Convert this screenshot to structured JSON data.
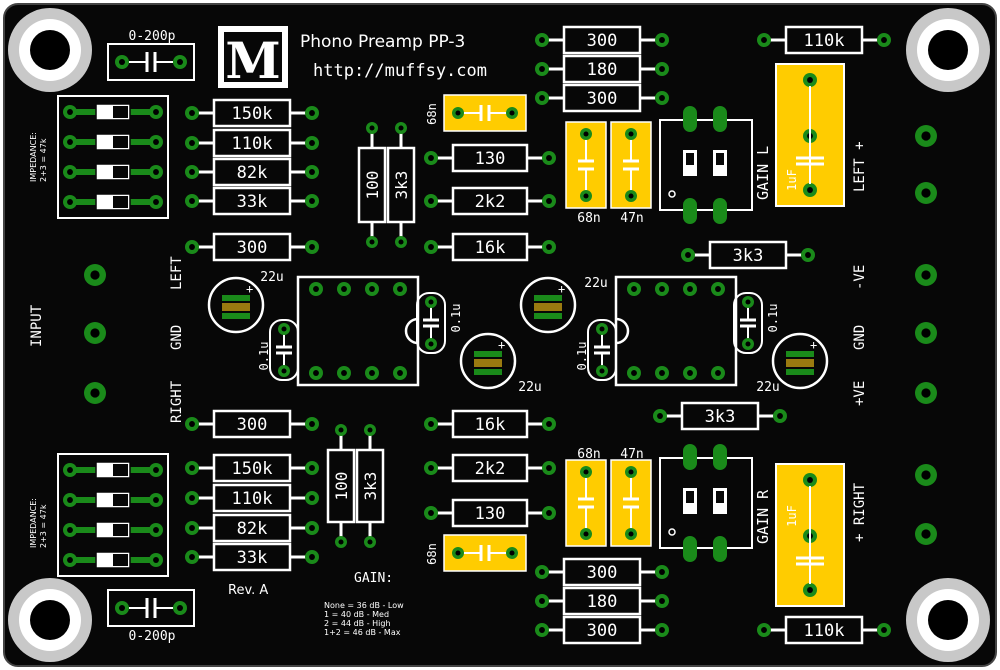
{
  "title": "Phono Preamp PP-3",
  "url": "http://muffsy.com",
  "logo_letter": "M",
  "revision": "Rev. A",
  "colors": {
    "board": "#070707",
    "silk": "#ffffff",
    "copper": "#1a8a1a",
    "pad": "#ffcc00",
    "hole": "#000000",
    "mount_ring": "#bfbfbf",
    "cap_body": "#9a7a10"
  },
  "labels": {
    "input": "INPUT",
    "left": "LEFT",
    "gnd": "GND",
    "right": "RIGHT",
    "gain_l": "GAIN L",
    "gain_r": "GAIN R",
    "out_left": "LEFT  +",
    "out_right": "+  RIGHT",
    "neg_ve": "-VE",
    "gnd_right": "GND",
    "pos_ve": "+VE",
    "impedance_top_1": "IMPEDANCE:",
    "impedance_top_2": "2+3 = 47k",
    "impedance_bot_1": "IMPEDANCE:",
    "impedance_bot_2": "2+3 = 47k",
    "cap_top": "0-200p",
    "cap_bottom": "0-200p"
  },
  "gain_table": {
    "heading": "GAIN:",
    "rows": [
      "None = 36 dB - Low",
      "  1   = 40 dB - Med",
      "  2   = 44 dB - High",
      "1+2  = 46 dB - Max"
    ]
  },
  "resistors": {
    "in_top_150k": "150k",
    "in_top_110k": "110k",
    "in_top_82k": "82k",
    "in_top_33k": "33k",
    "left_300": "300",
    "in_bot_150k": "150k",
    "in_bot_110k": "110k",
    "in_bot_82k": "82k",
    "in_bot_33k": "33k",
    "right_300": "300",
    "v_100_top": "100",
    "v_3k3_top": "3k3",
    "v_100_bot": "100",
    "v_3k3_bot": "3k3",
    "mid_130_top": "130",
    "mid_2k2_top": "2k2",
    "mid_16k_top": "16k",
    "mid_16k_bot": "16k",
    "mid_2k2_bot": "2k2",
    "mid_130_bot": "130",
    "top_300_a": "300",
    "top_180": "180",
    "top_300_b": "300",
    "bot_300_a": "300",
    "bot_180": "180",
    "bot_300_b": "300",
    "top_110k": "110k",
    "bot_110k": "110k",
    "r_3k3_top": "3k3",
    "r_3k3_bot": "3k3"
  },
  "caps": {
    "c68n_top_h": "68n",
    "c68n_top_v": "68n",
    "c47n_top_v": "47n",
    "c68n_bot_h": "68n",
    "c68n_bot_v": "68n",
    "c47n_bot_v": "47n",
    "c1uf_top": "1uF",
    "c1uf_bot": "1uF",
    "e22u_1": "22u",
    "e22u_2": "22u",
    "e22u_3": "22u",
    "e22u_4": "22u",
    "c01u_1": "0.1u",
    "c01u_2": "0.1u",
    "c01u_3": "0.1u",
    "c01u_4": "0.1u"
  }
}
